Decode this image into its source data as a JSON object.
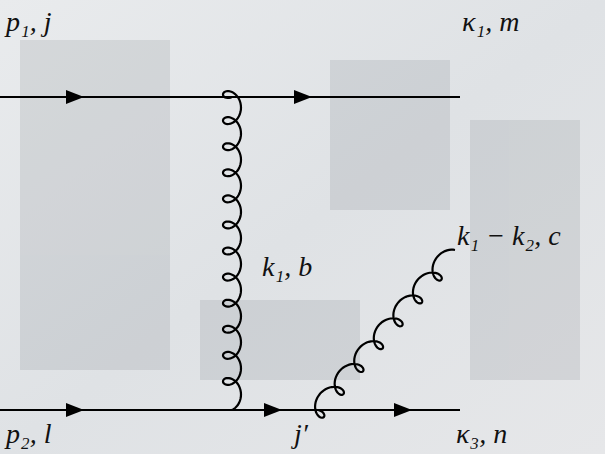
{
  "diagram": {
    "labels": [
      "p₁, j",
      "κ₁, m",
      "k₁, b",
      "k₁ − k₂, c",
      "p₂, l",
      "j′",
      "κ₃, n"
    ]
  }
}
